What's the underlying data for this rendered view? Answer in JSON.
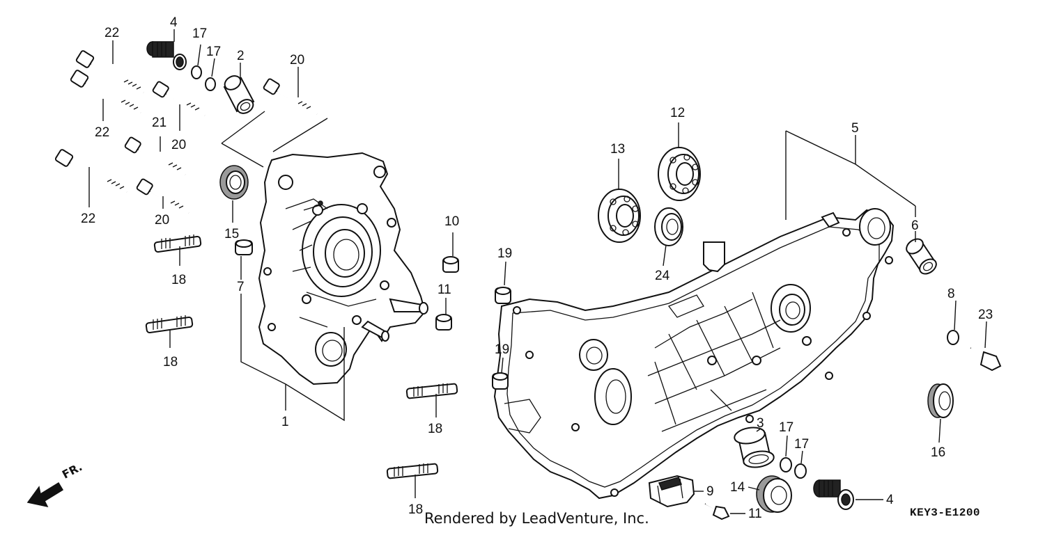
{
  "diagram": {
    "callouts": [
      "1",
      "2",
      "3",
      "4",
      "4",
      "5",
      "6",
      "7",
      "8",
      "9",
      "10",
      "11",
      "11",
      "12",
      "13",
      "14",
      "15",
      "16",
      "17",
      "17",
      "17",
      "17",
      "18",
      "18",
      "18",
      "18",
      "19",
      "19",
      "20",
      "20",
      "20",
      "21",
      "22",
      "22",
      "22",
      "23",
      "24"
    ],
    "front_indicator": "FR.",
    "drawing_code": "KEY3-E1200",
    "footer": "Rendered by LeadVenture, Inc."
  }
}
